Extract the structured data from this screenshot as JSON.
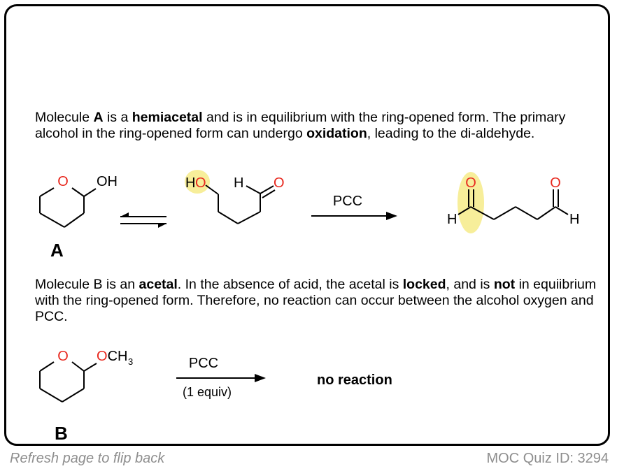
{
  "paragraph_a": {
    "t1": "Molecule ",
    "b1": "A",
    "t2": " is a ",
    "b2": "hemiacetal",
    "t3": " and is in equilibrium with the ring-opened form. The primary alcohol in the ring-opened form can undergo ",
    "b3": "oxidation",
    "t4": ", leading to the di-aldehyde."
  },
  "paragraph_b": {
    "t1": "Molecule B is an ",
    "b1": "acetal",
    "t2": ". In the absence of acid, the acetal is ",
    "b2": "locked",
    "t3": ", and is ",
    "b3": "not",
    "t4": " in equiibrium with the ring-opened form. Therefore, no reaction can occur between the alcohol oxygen and PCC."
  },
  "molecule_a": {
    "ring_oxygen": "O",
    "hydroxyl": "OH",
    "label": "A"
  },
  "ring_opened": {
    "hydroxyl_h": "H",
    "hydroxyl_o": "O",
    "aldehyde_h": "H",
    "aldehyde_o": "O"
  },
  "reaction_1": {
    "reagent": "PCC"
  },
  "dialdehyde": {
    "left_o": "O",
    "left_h": "H",
    "right_o": "O",
    "right_h": "H"
  },
  "molecule_b": {
    "ring_oxygen": "O",
    "methoxy": "OCH",
    "methoxy_subscript": "3",
    "label": "B"
  },
  "reaction_2": {
    "reagent": "PCC",
    "conditions": "(1 equiv)",
    "result": "no reaction"
  },
  "footer": {
    "left": "Refresh page to flip back",
    "right": "MOC Quiz ID: 3294"
  },
  "colors": {
    "oxygen": "#e8281e",
    "highlight": "#f7ee9a",
    "footer_text": "#8e8e8e"
  }
}
